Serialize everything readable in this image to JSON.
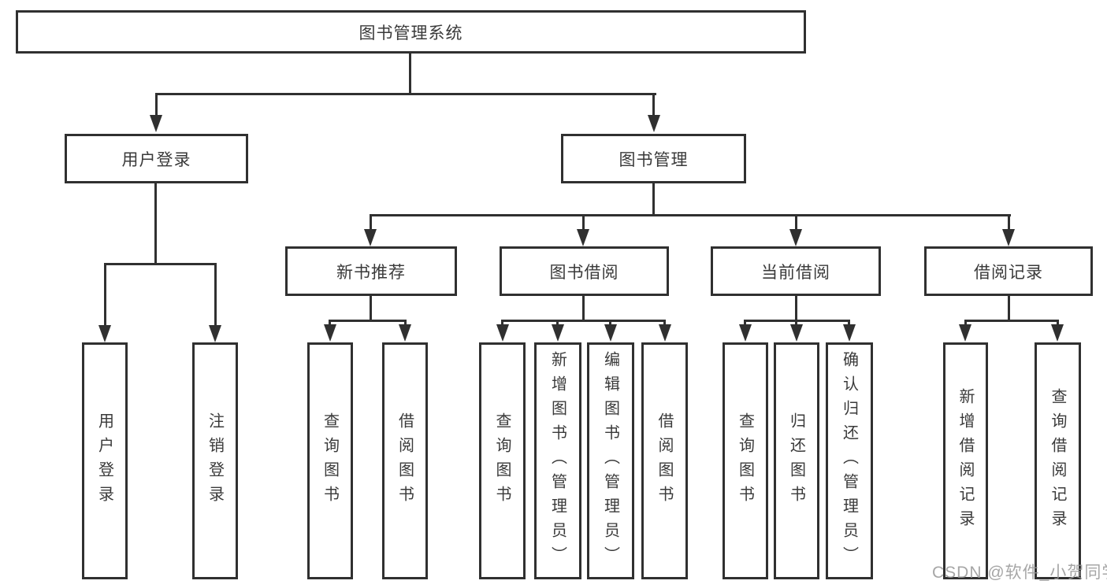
{
  "diagram": {
    "root": {
      "label": "图书管理系统"
    },
    "level2": [
      {
        "label": "用户登录"
      },
      {
        "label": "图书管理"
      }
    ],
    "level3": [
      {
        "label": "新书推荐"
      },
      {
        "label": "图书借阅"
      },
      {
        "label": "当前借阅"
      },
      {
        "label": "借阅记录"
      }
    ],
    "leaves": {
      "login": [
        {
          "label": "用户登录"
        },
        {
          "label": "注销登录"
        }
      ],
      "recommend": [
        {
          "label": "查询图书"
        },
        {
          "label": "借阅图书"
        }
      ],
      "borrow": [
        {
          "label": "查询图书"
        },
        {
          "label": "新增图书（管理员）"
        },
        {
          "label": "编辑图书（管理员）"
        },
        {
          "label": "借阅图书"
        }
      ],
      "current": [
        {
          "label": "查询图书"
        },
        {
          "label": "归还图书"
        },
        {
          "label": "确认归还（管理员）"
        }
      ],
      "records": [
        {
          "label": "新增借阅记录"
        },
        {
          "label": "查询借阅记录"
        }
      ]
    },
    "watermark": "CSDN @软件_小贺同学",
    "colors": {
      "line": "#303030",
      "box_border": "#303030",
      "text": "#3a3a3a",
      "watermark": "#969696",
      "background": "#ffffff"
    }
  }
}
